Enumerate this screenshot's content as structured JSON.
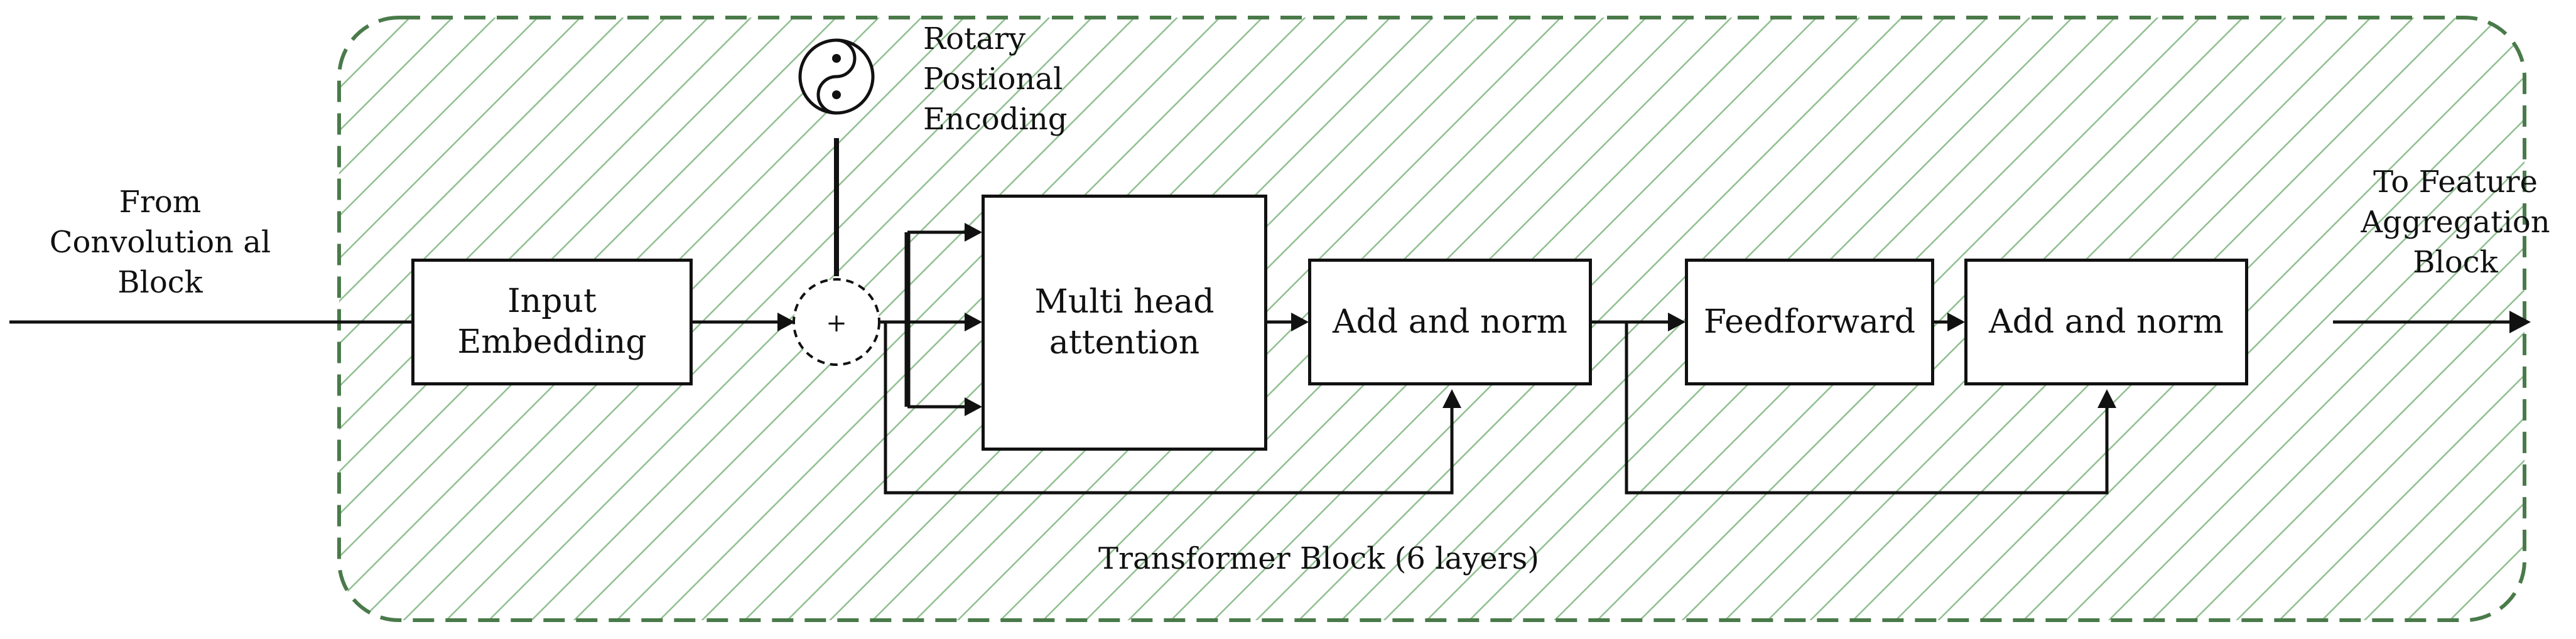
{
  "input_label": [
    "From",
    "Convolution al",
    "Block"
  ],
  "output_label": [
    "To  Feature",
    "Aggregation",
    "Block"
  ],
  "rope_label": [
    "Rotary",
    "Postional",
    "Encoding"
  ],
  "sum_symbol": "+",
  "blocks": {
    "input_embedding": "Input Embedding",
    "mha": "Multi head attention",
    "add_norm_1": "Add and norm",
    "feedforward": "Feedforward",
    "add_norm_2": "Add and norm"
  },
  "container_label": "Transformer Block (6 layers)",
  "colors": {
    "container_border": "#4a7a4a",
    "hatch": "#8fbf8f",
    "stroke": "#111111"
  },
  "icons": {
    "rope": "yin-yang-icon"
  }
}
